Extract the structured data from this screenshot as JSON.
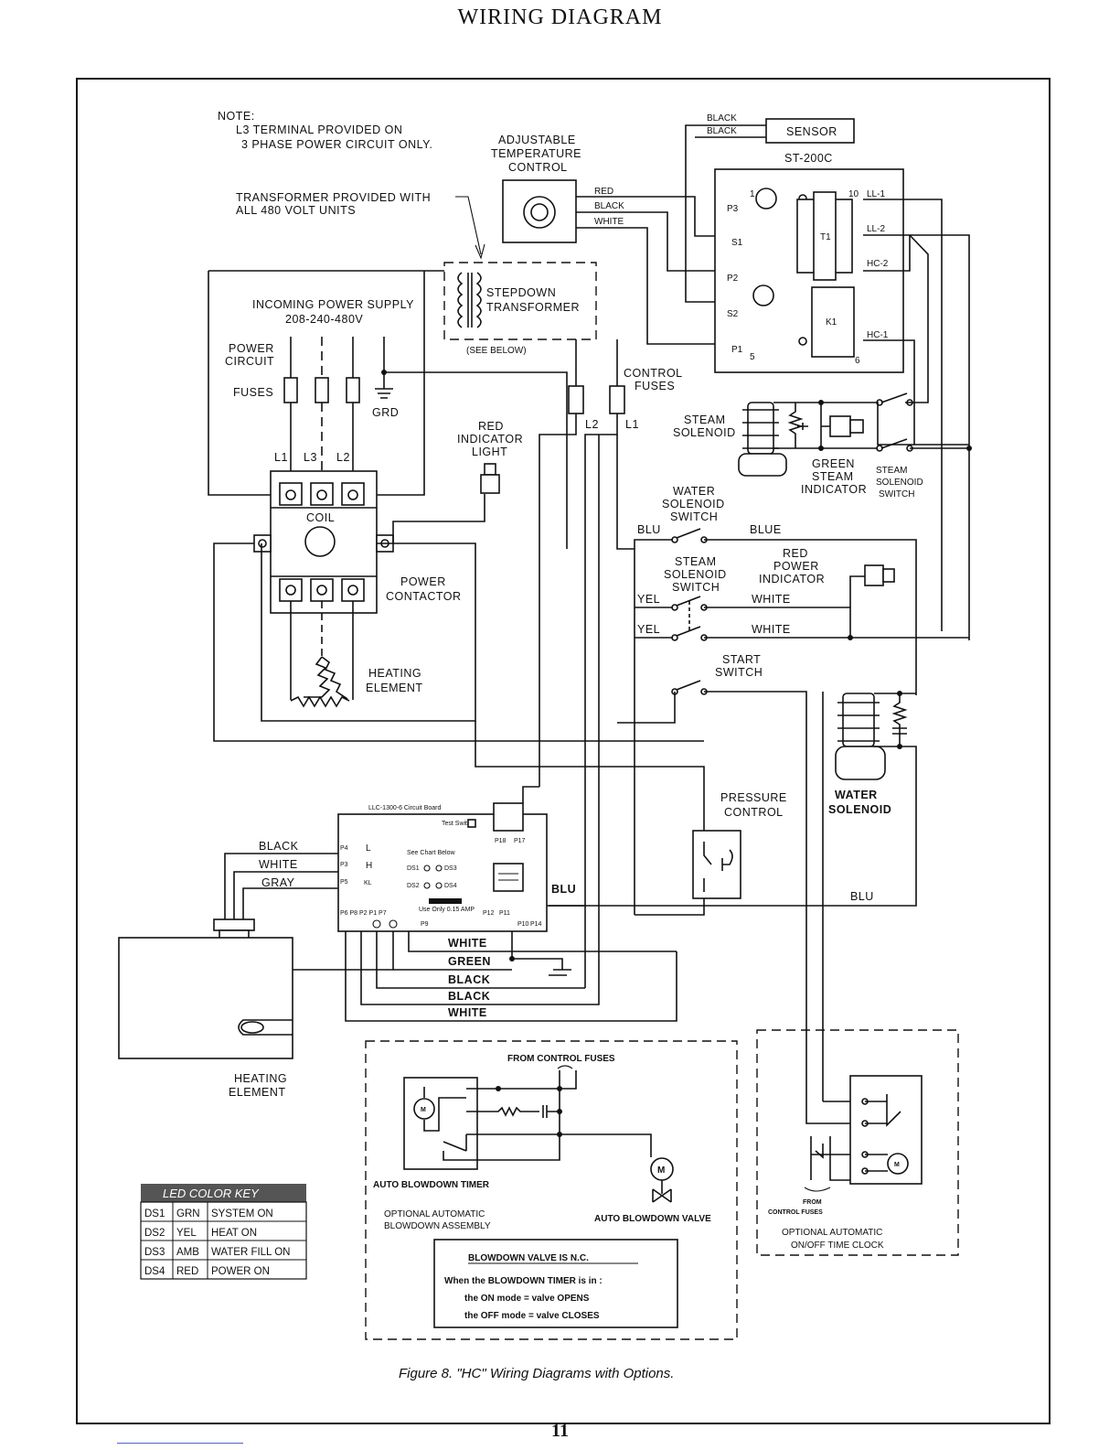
{
  "page": {
    "title": "WIRING DIAGRAM",
    "page_number": "11",
    "caption": "Figure 8.  \"HC\" Wiring Diagrams with Options."
  },
  "notes": {
    "note_heading": "NOTE:",
    "note_line1": "L3 TERMINAL PROVIDED ON",
    "note_line2": "3 PHASE POWER CIRCUIT ONLY.",
    "transformer_line1": "TRANSFORMER PROVIDED WITH",
    "transformer_line2": "ALL 480 VOLT UNITS"
  },
  "temp_control": {
    "line1": "ADJUSTABLE",
    "line2": "TEMPERATURE",
    "line3": "CONTROL"
  },
  "sensor": {
    "label": "SENSOR",
    "wire1": "BLACK",
    "wire2": "BLACK"
  },
  "st200c": {
    "label": "ST-200C",
    "terminals_left": [
      "P3",
      "S1",
      "P2",
      "S2",
      "P1"
    ],
    "terminals_right": [
      "LL-1",
      "LL-2",
      "HC-2",
      "HC-1"
    ],
    "t1": "T1",
    "k1": "K1",
    "pin_numbers": [
      "1",
      "10",
      "5",
      "6"
    ]
  },
  "wires_top": {
    "red": "RED",
    "black": "BLACK",
    "white": "WHITE"
  },
  "transformer": {
    "line1": "STEPDOWN",
    "line2": "TRANSFORMER",
    "see_below": "(SEE BELOW)"
  },
  "power_supply": {
    "line1": "INCOMING POWER SUPPLY",
    "line2": "208-240-480V"
  },
  "power_circuit": {
    "line1": "POWER",
    "line2": "CIRCUIT",
    "fuses": "FUSES",
    "grd": "GRD",
    "l1": "L1",
    "l3": "L3",
    "l2": "L2"
  },
  "control_fuses": {
    "line1": "CONTROL",
    "line2": "FUSES",
    "l2": "L2",
    "l1": "L1"
  },
  "red_indicator": {
    "line1": "RED",
    "line2": "INDICATOR",
    "line3": "LIGHT"
  },
  "contactor": {
    "coil": "COIL",
    "line1": "POWER",
    "line2": "CONTACTOR"
  },
  "heating_element_top": {
    "line1": "HEATING",
    "line2": "ELEMENT"
  },
  "steam_solenoid": {
    "line1": "STEAM",
    "line2": "SOLENOID"
  },
  "green_indicator": {
    "line1": "GREEN",
    "line2": "STEAM",
    "line3": "INDICATOR"
  },
  "steam_solenoid_switch_right": {
    "line1": "STEAM",
    "line2": "SOLENOID",
    "line3": "SWITCH"
  },
  "water_solenoid_switch": {
    "line1": "WATER",
    "line2": "SOLENOID",
    "line3": "SWITCH",
    "blu": "BLU",
    "blue": "BLUE"
  },
  "steam_solenoid_switch_mid": {
    "line1": "STEAM",
    "line2": "SOLENOID",
    "line3": "SWITCH",
    "yel1": "YEL",
    "yel2": "YEL",
    "white1": "WHITE",
    "white2": "WHITE"
  },
  "red_power_indicator": {
    "line1": "RED",
    "line2": "POWER",
    "line3": "INDICATOR"
  },
  "start_switch": {
    "line1": "START",
    "line2": "SWITCH"
  },
  "water_solenoid": {
    "line1": "WATER",
    "line2": "SOLENOID"
  },
  "pressure_control": {
    "line1": "PRESSURE",
    "line2": "CONTROL"
  },
  "circuit_board": {
    "title": "LLC-1300-6  Circuit Board",
    "test_switch": "Test Switch",
    "see_chart": "See Chart Below",
    "p18": "P18",
    "p17": "P17",
    "ds1": "DS1",
    "ds2": "DS2",
    "ds3": "DS3",
    "ds4": "DS4",
    "p4": "P4",
    "p3": "P3",
    "p5": "P5",
    "l": "L",
    "h": "H",
    "kl": "KL",
    "amp_note": "Use Only 0.15 AMP",
    "bottom_pins": "P6  P8  P2   P1  P7",
    "p9": "P9",
    "p12": "P12",
    "p11": "P11",
    "p10": "P10",
    "p14": "P14",
    "blu": "BLU"
  },
  "probe_wires": {
    "black": "BLACK",
    "white": "WHITE",
    "gray": "GRAY"
  },
  "bottom_wires": {
    "white1": "WHITE",
    "green": "GREEN",
    "black1": "BLACK",
    "black2": "BLACK",
    "white2": "WHITE",
    "blu_right": "BLU"
  },
  "heating_element_bottom": {
    "line1": "HEATING",
    "line2": "ELEMENT"
  },
  "blowdown": {
    "from_fuses": "FROM CONTROL FUSES",
    "timer": "AUTO BLOWDOWN TIMER",
    "valve": "AUTO BLOWDOWN VALVE",
    "assembly1": "OPTIONAL  AUTOMATIC",
    "assembly2": "BLOWDOWN  ASSEMBLY",
    "note_heading": "BLOWDOWN VALVE IS N.C.",
    "note_line1": "When the BLOWDOWN TIMER is in :",
    "note_line2": "the ON mode = valve OPENS",
    "note_line3": "the OFF mode = valve CLOSES",
    "m": "M"
  },
  "time_clock": {
    "from1": "FROM",
    "from2": "CONTROL FUSES",
    "line1": "OPTIONAL  AUTOMATIC",
    "line2": "ON/OFF  TIME  CLOCK",
    "m": "M"
  },
  "led_key": {
    "heading": "LED COLOR KEY",
    "rows": [
      {
        "ds": "DS1",
        "color": "GRN",
        "meaning": "SYSTEM ON"
      },
      {
        "ds": "DS2",
        "color": "YEL",
        "meaning": "HEAT ON"
      },
      {
        "ds": "DS3",
        "color": "AMB",
        "meaning": "WATER FILL ON"
      },
      {
        "ds": "DS4",
        "color": "RED",
        "meaning": "POWER ON"
      }
    ],
    "header_bg": "#555555"
  }
}
